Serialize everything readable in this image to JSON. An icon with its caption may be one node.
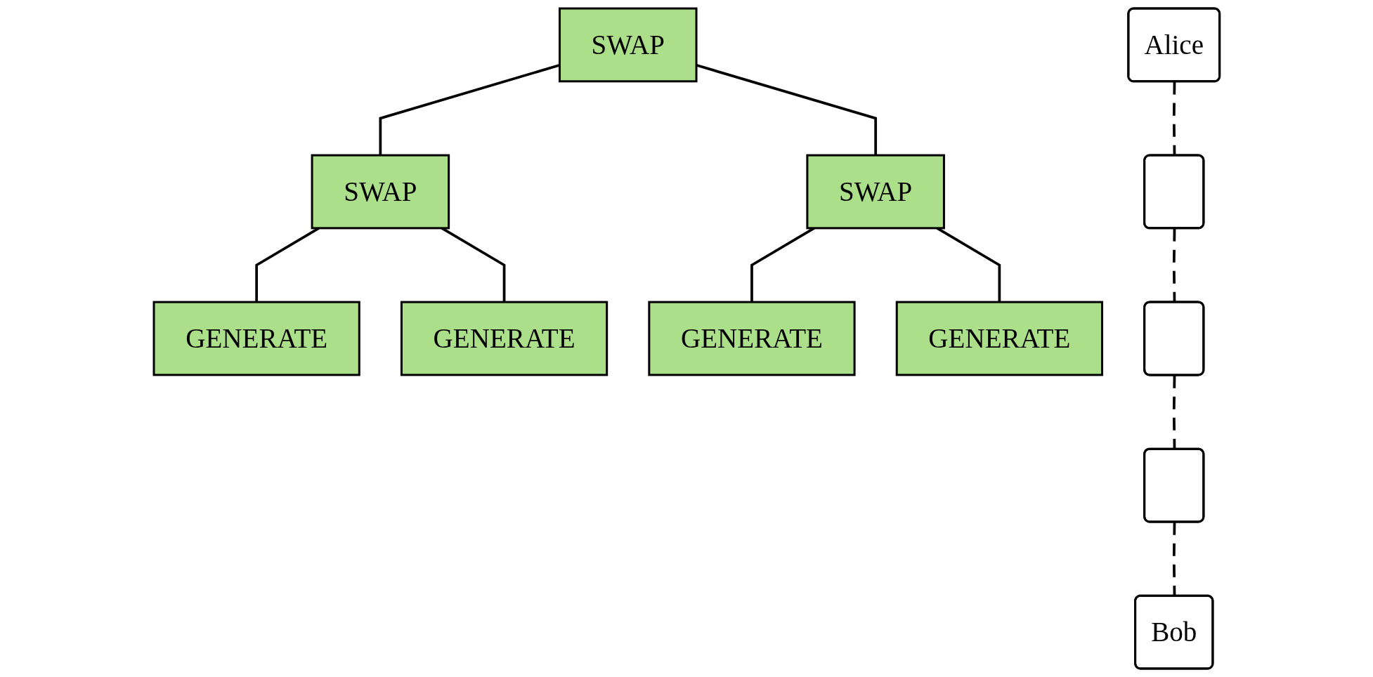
{
  "diagram": {
    "nodes": [
      {
        "text": [
          "SWAP"
        ]
      },
      {
        "text": [
          "SWAP"
        ]
      },
      {
        "text": [
          "SWAP"
        ]
      },
      {
        "text": [
          "GENERATE"
        ]
      },
      {
        "text": [
          "GENERATE"
        ]
      },
      {
        "text": [
          "GENERATE"
        ]
      },
      {
        "text": [
          "GENERATE"
        ]
      },
      {
        "text": [
          "Alice"
        ]
      },
      {
        "text": [],
        "shape": "box"
      },
      {
        "text": [],
        "shape": "box"
      },
      {
        "text": [],
        "shape": "box"
      },
      {
        "text": [
          "Bob"
        ]
      }
    ],
    "edges": [
      {
        "from": 0,
        "to": 1,
        "arrow": "none"
      },
      {
        "from": 0,
        "to": 2,
        "arrow": "none"
      },
      {
        "from": 1,
        "to": 3,
        "arrow": "none"
      },
      {
        "from": 1,
        "to": 4,
        "arrow": "none"
      },
      {
        "from": 2,
        "to": 5,
        "arrow": "none"
      },
      {
        "from": 2,
        "to": 6,
        "arrow": "none"
      },
      {
        "from": 7,
        "to": 8,
        "arrow": "none",
        "style": "dashed"
      },
      {
        "from": 8,
        "to": 9,
        "arrow": "none",
        "style": "dashed"
      },
      {
        "from": 9,
        "to": 10,
        "arrow": "none",
        "style": "dashed"
      },
      {
        "from": 10,
        "to": 11,
        "arrow": "none",
        "style": "dashed"
      }
    ]
  }
}
